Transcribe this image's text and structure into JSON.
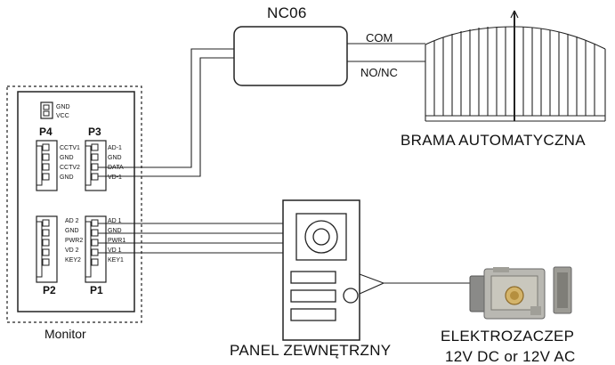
{
  "nc06": {
    "label": "NC06",
    "com": "COM",
    "nonc": "NO/NC"
  },
  "gate": {
    "label": "BRAMA AUTOMATYCZNA"
  },
  "monitor": {
    "label": "Monitor",
    "p4": {
      "label": "P4",
      "pins": [
        "GND",
        "VCC"
      ]
    },
    "p3": {
      "label": "P3",
      "pins": [
        "AD-1",
        "GND",
        "DATA",
        "VD-1"
      ]
    },
    "cctv": {
      "pins": [
        "CCTV1",
        "GND",
        "CCTV2",
        "GND"
      ]
    },
    "p2": {
      "label": "P2",
      "pins": [
        "AD 2",
        "GND",
        "PWR2",
        "VD 2",
        "KEY2"
      ]
    },
    "p1": {
      "label": "P1",
      "pins": [
        "AD 1",
        "GND",
        "PWR1",
        "VD 1",
        "KEY1"
      ]
    }
  },
  "panel": {
    "label": "PANEL ZEWNĘTRZNY"
  },
  "lock": {
    "label": "ELEKTROZACZEP",
    "sublabel": "12V DC or 12V AC"
  }
}
